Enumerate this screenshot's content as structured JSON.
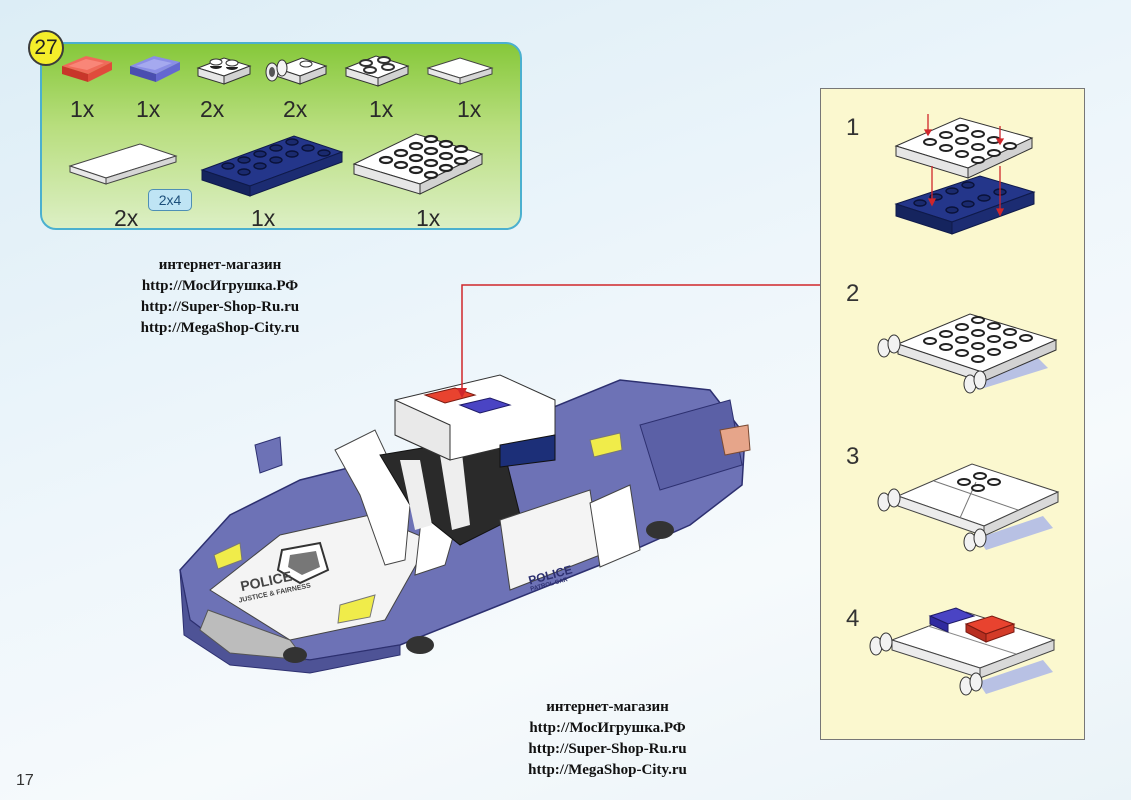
{
  "step_number": "27",
  "parts": [
    {
      "qty": "1x",
      "icon": "red-transparent-tile-icon"
    },
    {
      "qty": "1x",
      "icon": "blue-transparent-tile-icon"
    },
    {
      "qty": "2x",
      "icon": "white-plate-1x2-icon"
    },
    {
      "qty": "2x",
      "icon": "white-wheel-holder-icon"
    },
    {
      "qty": "1x",
      "icon": "white-plate-2x2-icon"
    },
    {
      "qty": "1x",
      "icon": "white-tile-2x2-icon"
    },
    {
      "qty": "2x",
      "icon": "white-tile-2x4-icon",
      "size": "2x4"
    },
    {
      "qty": "1x",
      "icon": "blue-plate-2x6-icon"
    },
    {
      "qty": "1x",
      "icon": "white-plate-4x4-icon"
    }
  ],
  "shop_top": {
    "line1": "интернет-магазин",
    "line2": "http://МосИгрушка.РФ",
    "line3": "http://Super-Shop-Ru.ru",
    "line4": "http://MegaShop-City.ru"
  },
  "shop_bottom": {
    "line1": "интернет-магазин",
    "line2": "http://МосИгрушка.РФ",
    "line3": "http://Super-Shop-Ru.ru",
    "line4": "http://MegaShop-City.ru"
  },
  "car_decals": {
    "hood_brand": "POLICE",
    "hood_motto": "JUSTICE & FAIRNESS",
    "door_brand": "POLICE",
    "door_sub": "PATROL CAR"
  },
  "substeps": [
    "1",
    "2",
    "3",
    "4"
  ],
  "page_number": "17",
  "colors": {
    "badge": "#f5ee2a",
    "panel_bg": "#fbf8cf",
    "car_blue": "#6d72b6",
    "dark_blue": "#1c2f78",
    "arrow_red": "#d0262b"
  }
}
